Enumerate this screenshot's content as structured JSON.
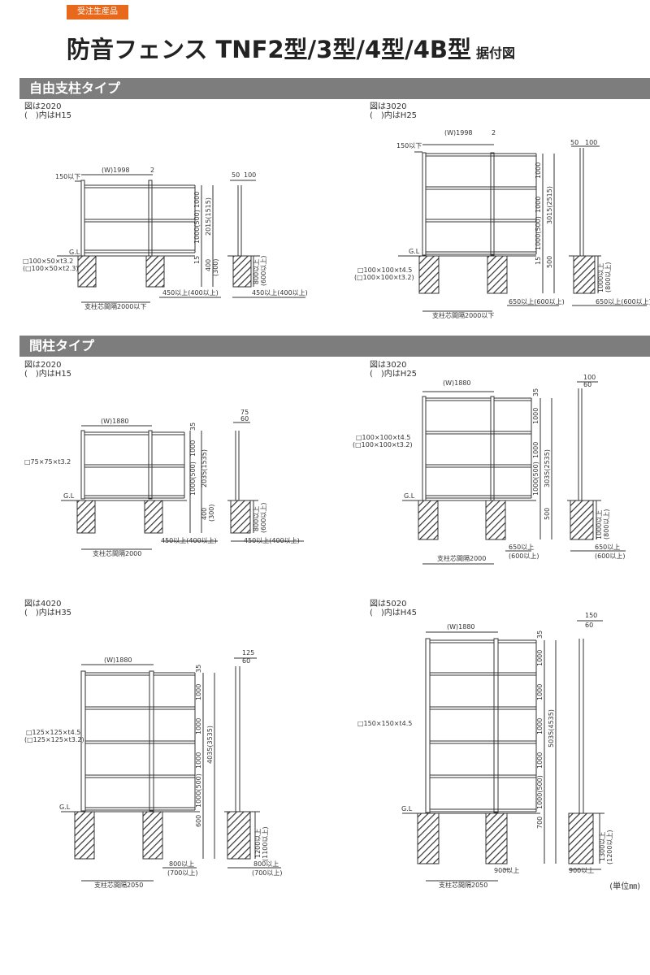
{
  "header": {
    "badge": "受注生産品",
    "title": "防音フェンス TNF2型/3型/4型/4B型",
    "title_suffix": "据付図"
  },
  "sections": [
    {
      "label": "自由支柱タイプ"
    },
    {
      "label": "間柱タイプ"
    }
  ],
  "diagrams": [
    {
      "caption1": "図は2020",
      "caption2": "(　)内はH15",
      "width": "(W)1998",
      "gap": "2",
      "top_offset": "150以下",
      "heights": [
        "1000",
        "2015(1515)",
        "1000(500)",
        "15",
        "400",
        "(300)"
      ],
      "post_spec": [
        "□100×50×t3.2",
        "(□100×50×t2.3)"
      ],
      "gl": "G.L",
      "span": "支柱芯間隔2000以下",
      "footing_a": "450以上(400以上)",
      "side_top": [
        "50",
        "100"
      ],
      "side_depth": [
        "800以上",
        "(600以上)"
      ],
      "footing_b": "450以上(400以上)"
    },
    {
      "caption1": "図は3020",
      "caption2": "(　)内はH25",
      "width": "(W)1998",
      "gap": "2",
      "top_offset": "150以下",
      "heights": [
        "1000",
        "1000",
        "3015(2515)",
        "1000(500)",
        "15",
        "500"
      ],
      "post_spec": [
        "□100×100×t4.5",
        "(□100×100×t3.2)"
      ],
      "gl": "G.L",
      "span": "支柱芯間隔2000以下",
      "footing_a": "650以上(600以上)",
      "side_top": [
        "50",
        "100"
      ],
      "side_depth": [
        "1000以上",
        "(800以上)"
      ],
      "footing_b": "650以上(600以上)"
    },
    {
      "caption1": "図は2020",
      "caption2": "(　)内はH15",
      "width": "(W)1880",
      "heights": [
        "35",
        "1000",
        "2035(1535)",
        "1000(500)",
        "400",
        "(300)"
      ],
      "post_spec": [
        "□75×75×t3.2"
      ],
      "gl": "G.L",
      "span": "支柱芯間隔2000",
      "footing_a": "450以上(400以上)",
      "side_top": [
        "75",
        "60"
      ],
      "side_depth": [
        "800以上",
        "(600以上)"
      ],
      "footing_b": "450以上(400以上)"
    },
    {
      "caption1": "図は3020",
      "caption2": "(　)内はH25",
      "width": "(W)1880",
      "heights": [
        "35",
        "1000",
        "1000",
        "3035(2535)",
        "1000(500)",
        "500"
      ],
      "post_spec": [
        "□100×100×t4.5",
        "(□100×100×t3.2)"
      ],
      "gl": "G.L",
      "span": "支柱芯間隔2000",
      "footing_a": "650以上",
      "footing_a2": "(600以上)",
      "side_top": [
        "100",
        "60"
      ],
      "side_depth": [
        "1000以上",
        "(800以上)"
      ],
      "footing_b": "650以上",
      "footing_b2": "(600以上)"
    },
    {
      "caption1": "図は4020",
      "caption2": "(　)内はH35",
      "width": "(W)1880",
      "heights": [
        "35",
        "1000",
        "1000",
        "4035(3535)",
        "1000",
        "1000(500)",
        "600"
      ],
      "post_spec": [
        "□125×125×t4.5",
        "(□125×125×t3.2)"
      ],
      "gl": "G.L",
      "span": "支柱芯間隔2050",
      "footing_a": "800以上",
      "footing_a2": "(700以上)",
      "side_top": [
        "125",
        "60"
      ],
      "side_depth": [
        "1200以上",
        "(1100以上)"
      ],
      "footing_b": "800以上",
      "footing_b2": "(700以上)"
    },
    {
      "caption1": "図は5020",
      "caption2": "(　)内はH45",
      "width": "(W)1880",
      "heights": [
        "35",
        "1000",
        "1000",
        "5035(4535)",
        "1000",
        "1000",
        "1000(500)",
        "700"
      ],
      "post_spec": [
        "□150×150×t4.5"
      ],
      "gl": "G.L",
      "span": "支柱芯間隔2050",
      "footing_a": "900以上",
      "side_top": [
        "150",
        "60"
      ],
      "side_depth": [
        "1300以上",
        "(1200以上)"
      ],
      "footing_b": "900以上"
    }
  ],
  "unit_note": "(単位㎜)"
}
